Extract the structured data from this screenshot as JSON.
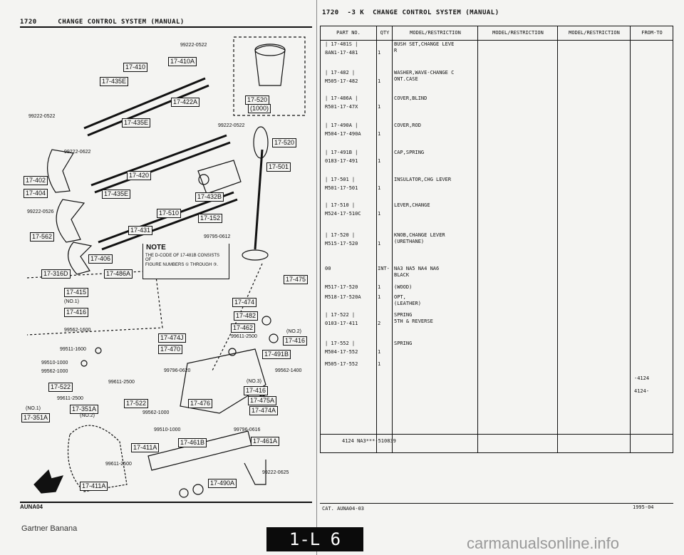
{
  "left_header": {
    "page": "1720",
    "title": "CHANGE CONTROL SYSTEM (MANUAL)"
  },
  "right_header": {
    "page": "1720",
    "code": "-3 K",
    "title": "CHANGE CONTROL SYSTEM (MANUAL)"
  },
  "diagram": {
    "callouts": [
      "17-410",
      "17-410A",
      "17-435E",
      "17-422A",
      "17-435E",
      "17-520",
      "(1000)",
      "17-520",
      "17-501",
      "17-402",
      "17-404",
      "17-420",
      "17-435E",
      "17-432B",
      "17-510",
      "17-152",
      "17-431",
      "17-562",
      "17-406",
      "17-316D",
      "17-486A",
      "17-475",
      "17-415",
      "17-416",
      "17-474",
      "17-482",
      "17-462",
      "17-474J",
      "17-470",
      "17-416",
      "17-491B",
      "17-416",
      "17-475A",
      "17-474A",
      "17-522",
      "17-351A",
      "17-351A",
      "17-522",
      "17-476",
      "17-411A",
      "17-461B",
      "17-461A",
      "17-490A",
      "17-411A"
    ],
    "plain_labels": [
      "99222-0522",
      "99222-0522",
      "99222-0622",
      "99222-0522",
      "99222-0526",
      "99795-0612",
      "99562-1600",
      "99511-1600",
      "99611-2500",
      "(NO.2)",
      "99562-1400",
      "99796-0620",
      "99611-2500",
      "(NO.3)",
      "99510-1000",
      "99562-1000",
      "99611-2500",
      "(NO.1)",
      "(NO.2)",
      "99562-1000",
      "99510-1000",
      "99796-0616",
      "99611-2500",
      "99222-0625",
      "(NO.1)"
    ],
    "note": {
      "title": "NOTE",
      "line1": "THE D-CODE OF 17-481B CONSISTS OF",
      "line2": "FIGURE NUMBERS ① THROUGH ③."
    },
    "corner_code": "AUNA04"
  },
  "table": {
    "headers": [
      "PART NO.",
      "QTY",
      "MODEL/RESTRICTION",
      "MODEL/RESTRICTION",
      "MODEL/RESTRICTION",
      "FROM-TO"
    ],
    "rows": [
      {
        "ref": "| 17-481S |",
        "pn": "8AN1-17-481",
        "qty": "1",
        "desc": "BUSH SET,CHANGE LEVE\nR"
      },
      {
        "ref": "| 17-482 |",
        "pn": "M505-17-482",
        "qty": "1",
        "desc": "WASHER,WAVE-CHANGE C\nONT.CASE"
      },
      {
        "ref": "| 17-486A |",
        "pn": "R501-17-47X",
        "qty": "1",
        "desc": "COVER,BLIND"
      },
      {
        "ref": "| 17-490A |",
        "pn": "M504-17-490A",
        "qty": "1",
        "desc": "COVER,ROD"
      },
      {
        "ref": "| 17-491B |",
        "pn": "0183-17-491",
        "qty": "1",
        "desc": "CAP,SPRING"
      },
      {
        "ref": "| 17-501 |",
        "pn": "M501-17-501",
        "qty": "1",
        "desc": "INSULATOR,CHG LEVER"
      },
      {
        "ref": "| 17-510 |",
        "pn": "M524-17-510C",
        "qty": "1",
        "desc": "LEVER,CHANGE"
      },
      {
        "ref": "| 17-520 |",
        "pn": "M515-17-520",
        "qty": "1",
        "desc": "KNOB,CHANGE LEVER\n(URETHANE)"
      },
      {
        "ref": "",
        "pn": "00",
        "qty": "INT-",
        "desc": "NA3 NA5 NA4 NA6\nBLACK"
      },
      {
        "ref": "",
        "pn": "M517-17-520",
        "qty": "1",
        "desc": "(WOOD)"
      },
      {
        "ref": "",
        "pn": "M518-17-520A",
        "qty": "1",
        "desc": "OPT,\n(LEATHER)"
      },
      {
        "ref": "| 17-522 |",
        "pn": "0103-17-411",
        "qty": "2",
        "desc": "SPRING\n5TH & REVERSE"
      },
      {
        "ref": "| 17-552 |",
        "pn": "M504-17-552",
        "qty": "1",
        "desc": "SPRING"
      },
      {
        "ref": "",
        "pn": "M505-17-552",
        "qty": "1",
        "desc": ""
      }
    ],
    "from_to_1": "-4124",
    "from_to_2": "4124-",
    "footnote": "4124 NA3***-510839"
  },
  "footer": {
    "cat": "CAT. AUNA04-03",
    "date": "1995-04"
  },
  "page_badge": "1-L 6",
  "watermark_left": "Gartner Banana",
  "watermark_right": "carmanualsonline.info"
}
